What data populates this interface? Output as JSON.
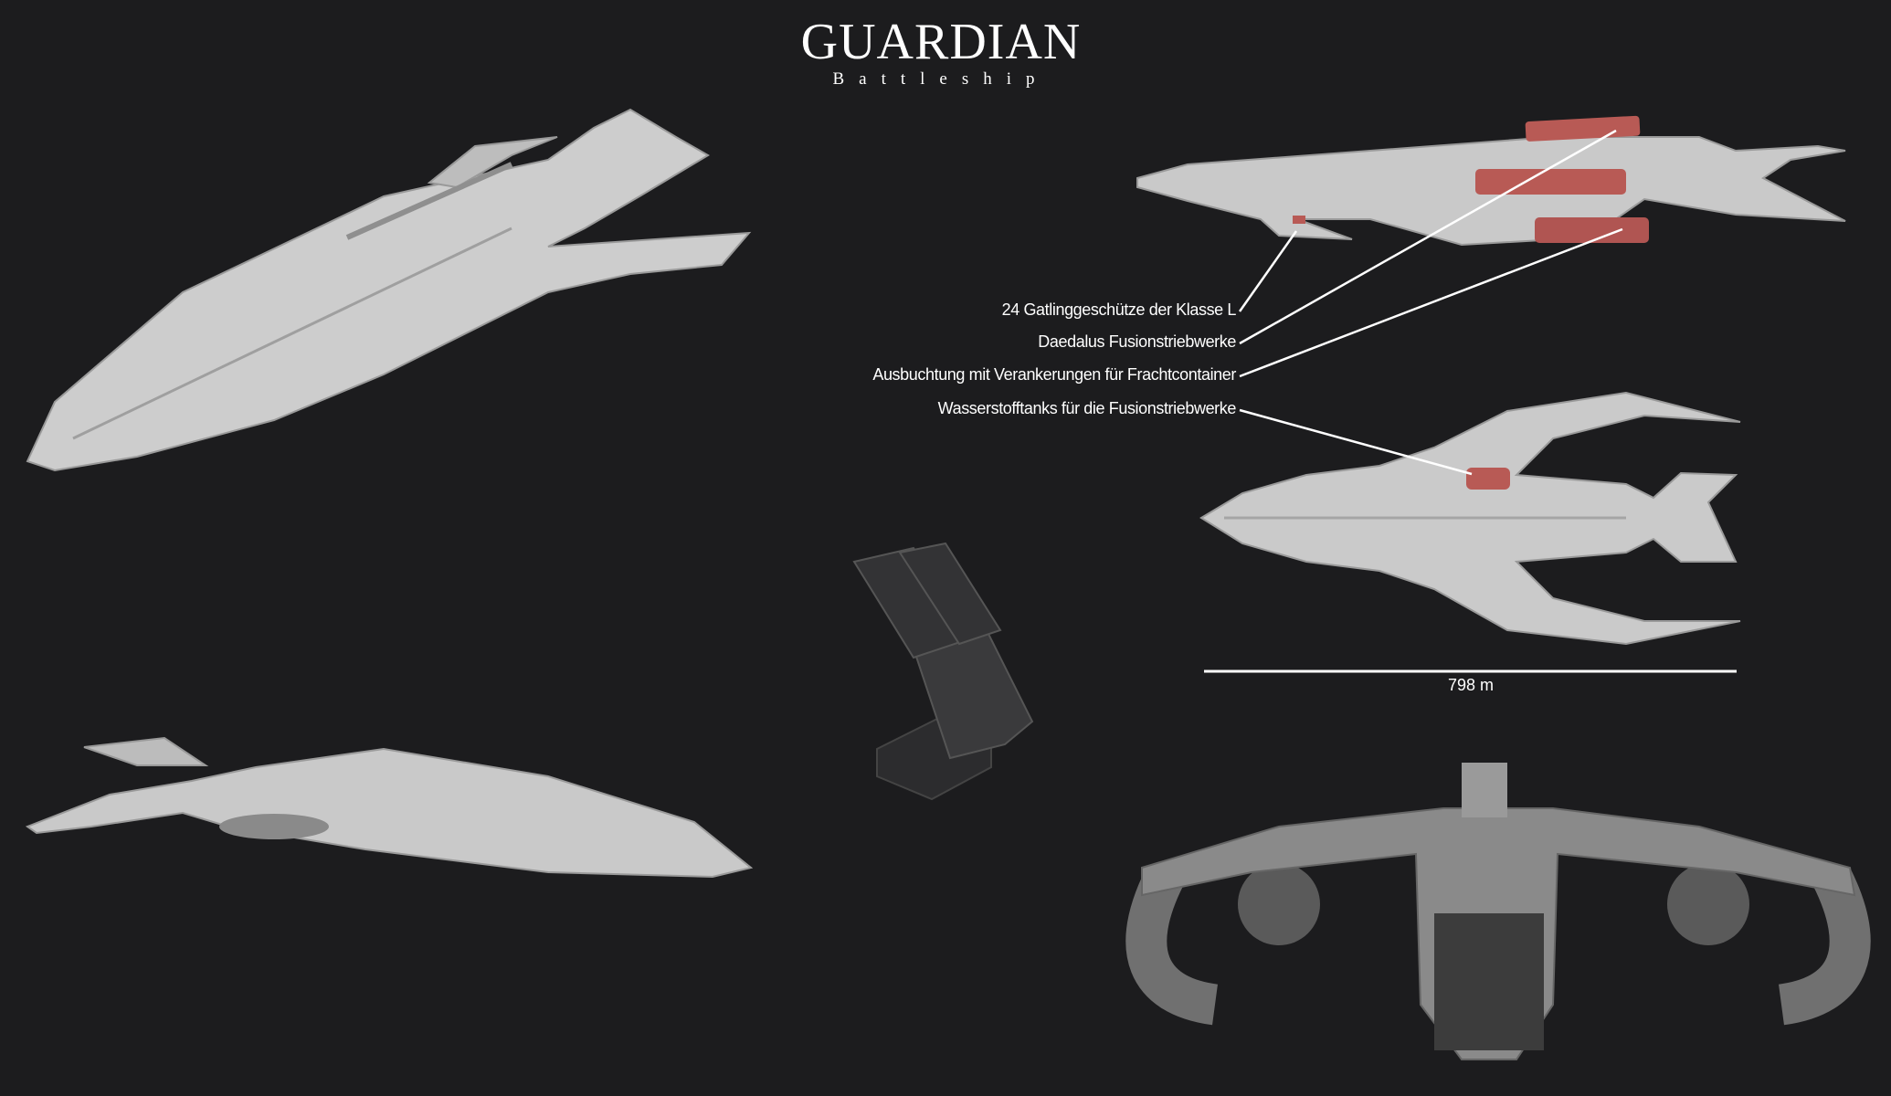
{
  "header": {
    "title": "GUARDIAN",
    "subtitle": "Battleship"
  },
  "callouts": [
    {
      "label": "24 Gatlinggeschütze der Klasse L"
    },
    {
      "label": "Daedalus Fusionstriebwerke"
    },
    {
      "label": "Ausbuchtung mit Verankerungen für Frachtcontainer"
    },
    {
      "label": "Wasserstofftanks für die Fusionstriebwerke"
    }
  ],
  "scale_bar": {
    "label": "798 m"
  },
  "colors": {
    "background": "#1c1c1e",
    "hull": "#cfcfcf",
    "engine_highlight": "#b85a55"
  }
}
